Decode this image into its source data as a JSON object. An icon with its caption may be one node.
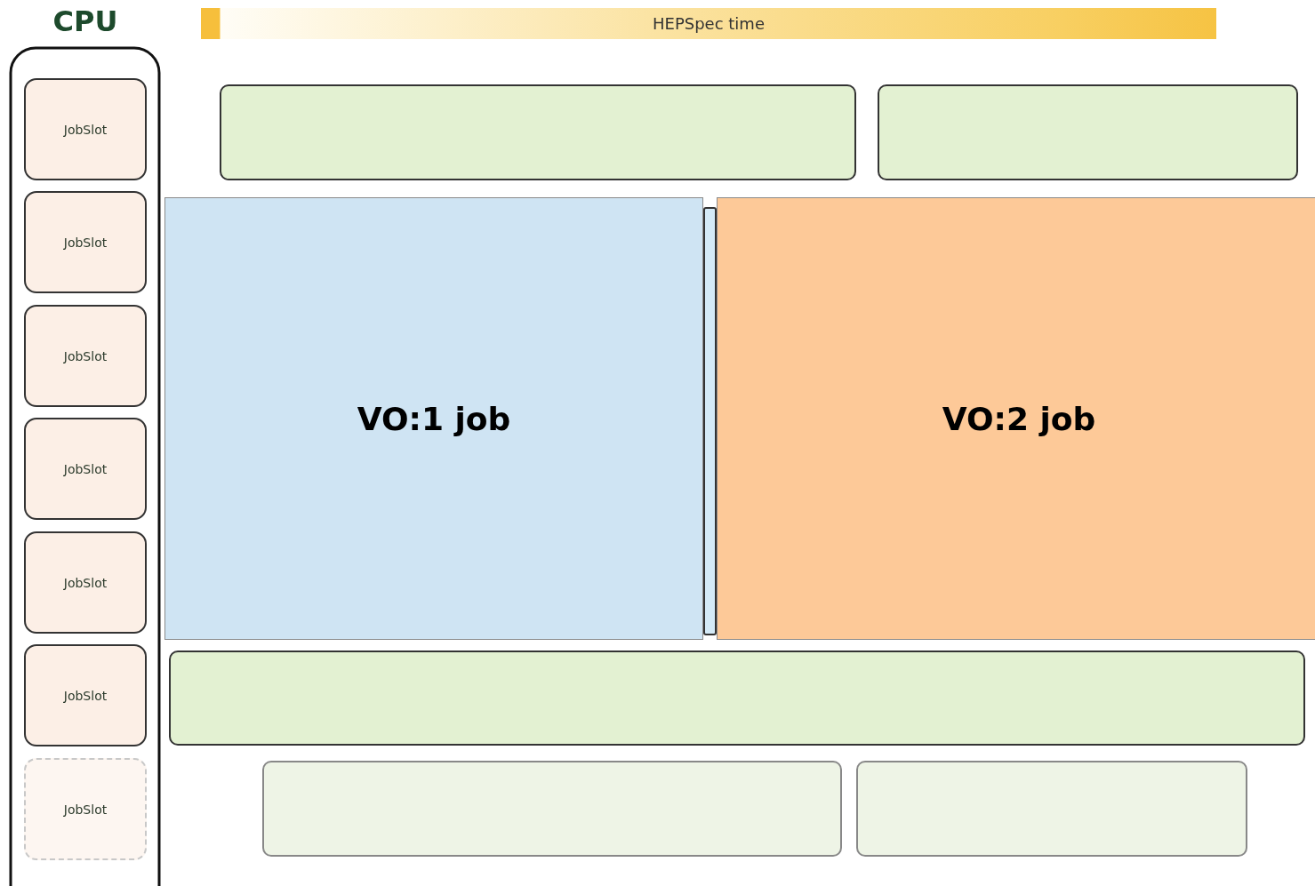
{
  "diagram": {
    "nodes": [
      {
        "text": [
          "CPU"
        ]
      },
      {
        "text": [
          "JobSlot"
        ],
        "in": 0
      },
      {
        "text": [
          "JobSlot"
        ],
        "in": 0
      },
      {
        "text": [
          "JobSlot"
        ],
        "in": 0
      },
      {
        "text": [
          "JobSlot"
        ],
        "in": 0
      },
      {
        "text": [
          "JobSlot"
        ],
        "in": 0
      },
      {
        "text": [
          "JobSlot"
        ],
        "in": 0
      },
      {
        "text": [
          "JobSlot"
        ],
        "in": 0
      },
      {
        "text": [
          "HEPSpec time"
        ]
      },
      {
        "text": [],
        "shape": "box"
      },
      {
        "text": [],
        "shape": "box"
      },
      {
        "text": [
          "VO:1 job"
        ]
      },
      {
        "text": [],
        "shape": "bar"
      },
      {
        "text": [
          "VO:2 job"
        ]
      },
      {
        "text": [],
        "shape": "box"
      },
      {
        "text": [],
        "shape": "box"
      },
      {
        "text": [],
        "shape": "box"
      }
    ]
  }
}
